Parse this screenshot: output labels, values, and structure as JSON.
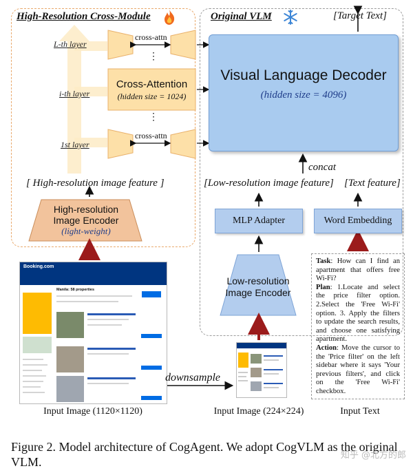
{
  "left_panel": {
    "title": "High-Resolution Cross-Module",
    "flame_icon": "flame-icon",
    "layers": [
      "L-th layer",
      "i-th layer",
      "1st layer"
    ],
    "cross_attn_label": "cross-attn",
    "dots": "⋮",
    "cross_attention_title": "Cross-Attention",
    "cross_attention_sub": "(hidden size = 1024)",
    "feature_label": "[ High-resolution image feature ]",
    "encoder_title_1": "High-resolution",
    "encoder_title_2": "Image Encoder",
    "encoder_sub": "(light-weight)"
  },
  "right_panel": {
    "title": "Original VLM",
    "snowflake_icon": "snowflake-icon",
    "target_label": "[Target Text]",
    "decoder_title": "Visual Language Decoder",
    "decoder_sub": "(hidden size = 4096)",
    "concat_label": "concat",
    "lowres_feature_label": "[Low-resolution image feature]",
    "text_feature_label": "[Text feature]",
    "mlp_label": "MLP Adapter",
    "word_embedding_label": "Word Embedding",
    "lowres_encoder_1": "Low-resolution",
    "lowres_encoder_2": "Image Encoder"
  },
  "downsample_label": "downsample",
  "input_text": {
    "task_head": "Task",
    "task": ": How can I find an apartment that offers free Wi-Fi?",
    "plan_head": "Plan",
    "plan": ": 1.Locate and select the price filter option. 2.Select the 'Free Wi-Fi' option. 3. Apply the filters to update the search results, and choose one satisfying apartment.",
    "action_head": "Action",
    "action": ": Move the cursor to the 'Price filter' on the left sidebar where it says 'Your previous filters', and click on the 'Free Wi-Fi' checkbox."
  },
  "screenshot": {
    "brand": "Booking.com",
    "title": "Manila: 58 properties"
  },
  "labels": {
    "input_image_large": "Input Image (1120×1120)",
    "input_image_small": "Input Image (224×224)",
    "input_text": "Input Text"
  },
  "caption": {
    "line": "Figure 2. Model architecture of CogAgent. We adopt CogVLM as the original VLM."
  },
  "watermark": "知乎 @北方的郎",
  "colors": {
    "cross_module": "#fde4b0",
    "encoder": "#f2c39c",
    "decoder": "#a9cbef",
    "arrow_red": "#9b1b1b"
  }
}
